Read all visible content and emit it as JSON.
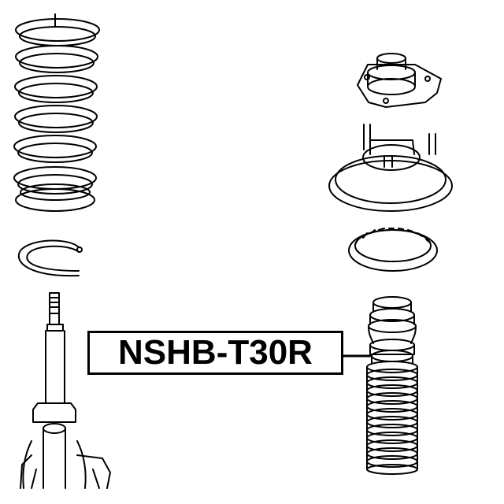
{
  "part_number": "NSHB-T30R",
  "colors": {
    "ink": "#000000",
    "paper": "#ffffff"
  },
  "components": [
    "coil-spring",
    "spring-seat-insulator",
    "strut-shock-absorber",
    "upper-strut-mount",
    "spring-upper-seat",
    "bump-stop-ring",
    "shock-absorber-dust-boot"
  ]
}
